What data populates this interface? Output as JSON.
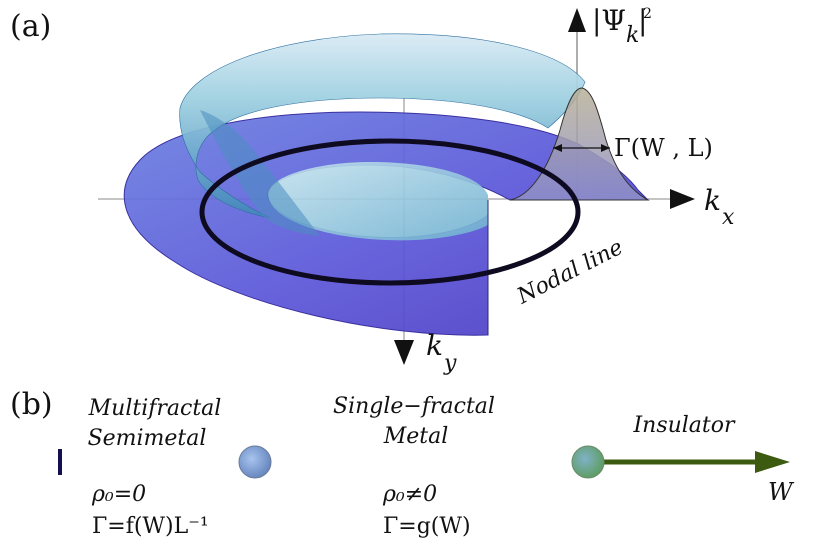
{
  "panel_a": {
    "panel_label": "(a)",
    "axis_z_symbol": "|Ψ",
    "axis_z_sub": "k",
    "axis_z_sup": "2",
    "axis_x_symbol": "k",
    "axis_x_sub": "x",
    "axis_y_symbol": "k",
    "axis_y_sub": "y",
    "gamma_label": "Γ(W , L)",
    "nodal_line_label": "Nodal line"
  },
  "panel_b": {
    "panel_label": "(b)",
    "phases": [
      {
        "line1": "Multifractal",
        "line2": "Semimetal",
        "rho": "ρ₀=0",
        "gamma": "Γ=f(W)L⁻¹"
      },
      {
        "line1": "Single−fractal",
        "line2": "Metal",
        "rho": "ρ₀≠0",
        "gamma": "Γ=g(W)"
      },
      {
        "line1": "Insulator"
      }
    ],
    "axis_label": "W",
    "colors": {
      "semimetal": "#121050",
      "metal": "#3d70a4",
      "insulator": "#3c5a10",
      "node1": "#7f9fd0",
      "node2": "#69a06a"
    }
  }
}
